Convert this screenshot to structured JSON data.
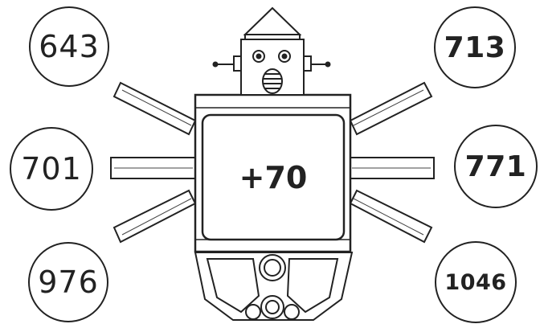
{
  "machine": {
    "rule": "+70"
  },
  "inputs": [
    "643",
    "701",
    "976"
  ],
  "outputs": [
    "713",
    "771",
    "1046"
  ]
}
